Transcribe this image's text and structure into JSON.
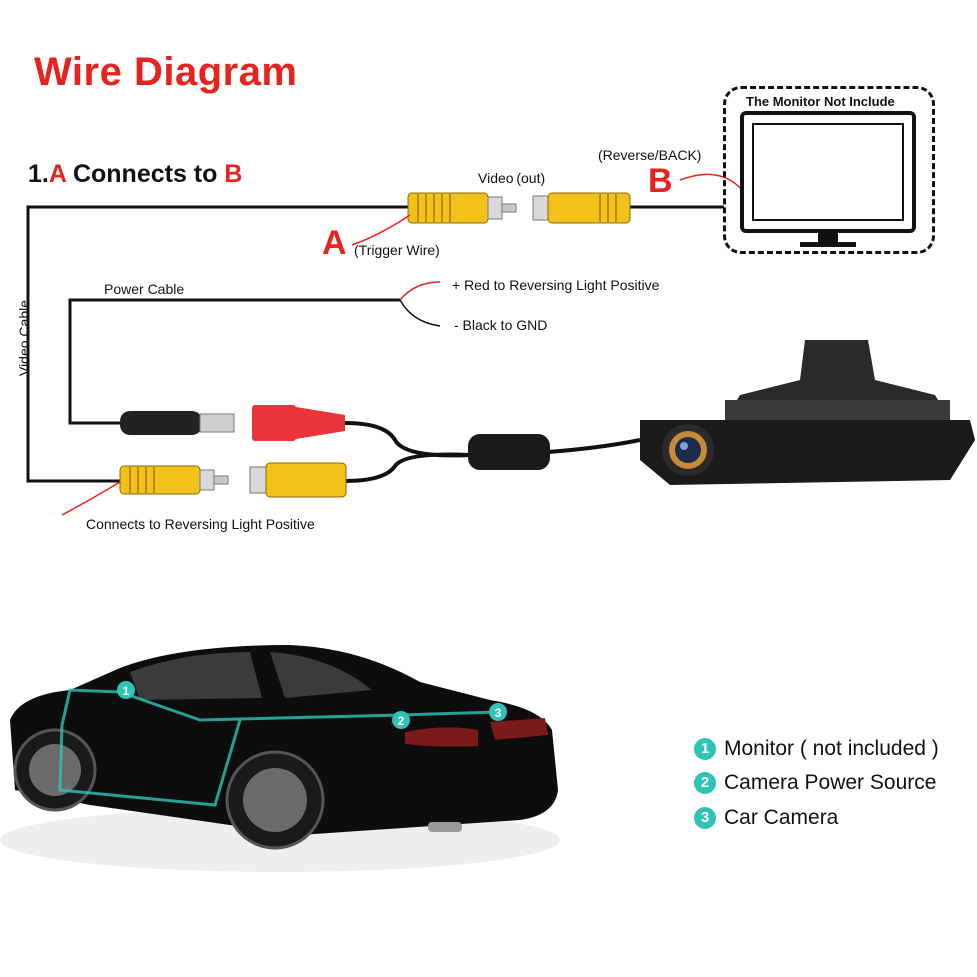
{
  "title": "Wire Diagram",
  "subtitle": {
    "prefix": "1.",
    "a": "A",
    "middle": " Connects to ",
    "b": "B"
  },
  "labels": {
    "video_out": "Video (out)",
    "reverse_back": "(Reverse/BACK)",
    "point_a": "A",
    "trigger_wire": "(Trigger Wire)",
    "point_b": "B",
    "monitor_note": "The Monitor Not Include",
    "power_cable": "Power Cable",
    "red_positive": "+ Red to Reversing Light Positive",
    "black_gnd": "- Black to GND",
    "video_cable": "Video Cable",
    "reversing_light": "Connects to Reversing Light Positive"
  },
  "legend": [
    {
      "num": "1",
      "text": "Monitor ( not included )"
    },
    {
      "num": "2",
      "text": "Camera Power Source"
    },
    {
      "num": "3",
      "text": "Car Camera"
    }
  ],
  "car_markers": [
    "1",
    "2",
    "3"
  ],
  "colors": {
    "accent_red": "#e8231f",
    "connector_yellow": "#f2c21b",
    "connector_red": "#e8343a",
    "teal": "#2ec4b6"
  }
}
